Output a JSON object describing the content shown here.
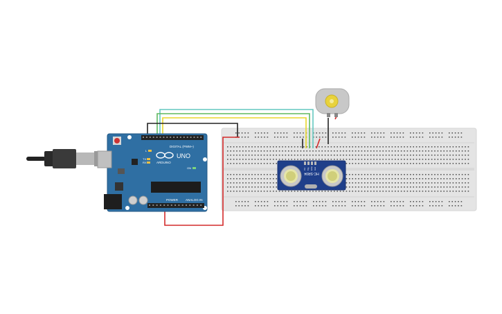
{
  "arduino": {
    "brand": "ARDUINO",
    "model": "UNO",
    "digital_label": "DIGITAL (PWM~)",
    "power_label": "POWER",
    "analog_label": "ANALOG IN",
    "tx_label": "TX",
    "rx_label": "RX",
    "l_label": "L",
    "on_label": "ON"
  },
  "sensor": {
    "model": "HC-SR04",
    "pin_labels": [
      "Vcc",
      "Trig",
      "Echo",
      "Gnd"
    ]
  },
  "colors": {
    "background": "#ffffff",
    "breadboard": "#e4e4e4",
    "arduino_board": "#2f6fa3",
    "sensor_board": "#1f3f8a",
    "wire_red": "#d42a2a",
    "wire_black": "#222222",
    "wire_cyan": "#64c8c0",
    "wire_green": "#5fb85f",
    "wire_yellow": "#e8d62a",
    "motor_body": "#c8c8c8",
    "motor_shaft": "#e8d23c"
  },
  "icons": {
    "usb": "usb-cable-icon",
    "motor": "dc-motor-icon",
    "reset": "reset-button-icon"
  }
}
